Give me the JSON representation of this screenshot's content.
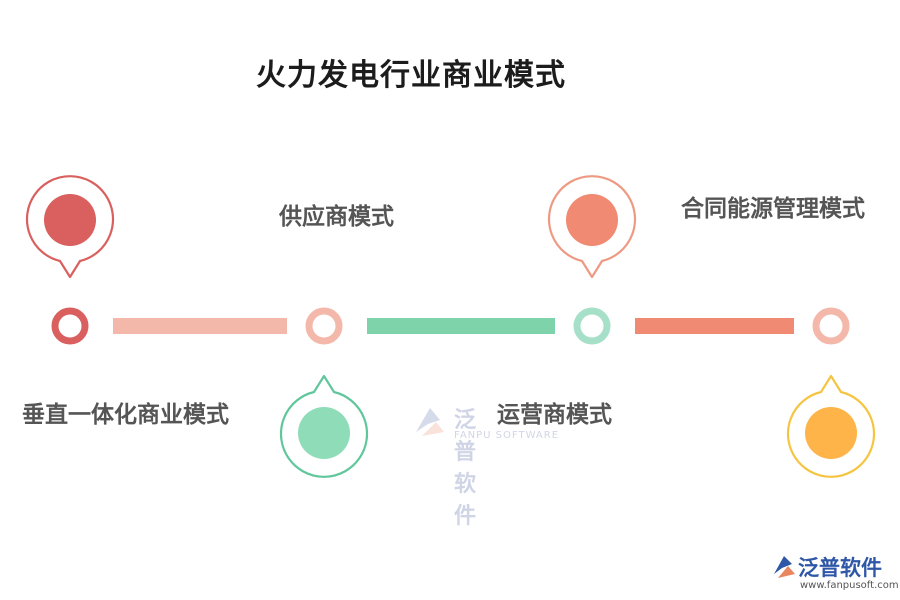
{
  "title": "火力发电行业商业模式",
  "steps": [
    {
      "label": "垂直一体化商业模式",
      "color": "#d9605e",
      "pin": "up"
    },
    {
      "label": "供应商模式",
      "color": "#f4b8aa",
      "pin": "down"
    },
    {
      "label": "运营商模式",
      "color": "#a6e0c8",
      "pin": "up"
    },
    {
      "label": "合同能源管理模式",
      "color": "#f4b8aa",
      "pin": "down"
    }
  ],
  "connectors": [
    {
      "color": "#f4b8aa"
    },
    {
      "color": "#7fd3ab"
    },
    {
      "color": "#f08a72"
    }
  ],
  "pins": [
    {
      "ring": "#d9605e",
      "fill": "#d9605e"
    },
    {
      "ring": "#5fc79b",
      "fill": "#8fdcb9"
    },
    {
      "ring": "#ee9a83",
      "fill": "#f08a72"
    },
    {
      "ring": "#f5c542",
      "fill": "#ffb44a"
    }
  ],
  "watermark": {
    "cn": "泛普软件",
    "en": "FANPU SOFTWARE"
  },
  "logo": {
    "cn": "泛普软件",
    "url": "www.fanpusoft.com"
  }
}
